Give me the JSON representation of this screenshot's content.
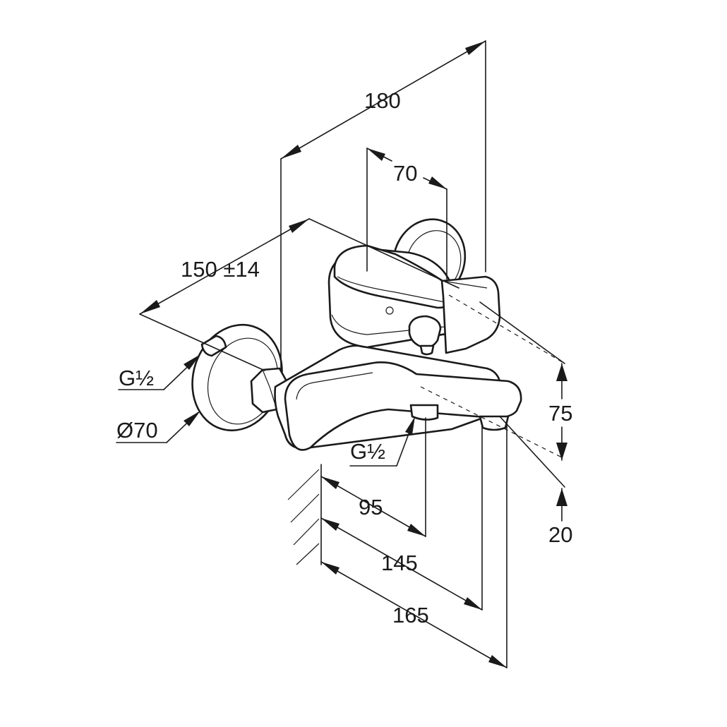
{
  "dimensions": {
    "overall_width": "180",
    "handle_offset": "70",
    "connection_spacing": "150 ±14",
    "thread_inlet": "G½",
    "rosette_diameter": "Ø70",
    "thread_outlet": "G½",
    "height_upper": "75",
    "height_lower": "20",
    "spout_outlet_distance": "95",
    "spout_front_distance": "145",
    "overall_depth": "165"
  },
  "colors": {
    "line": "#1a1a1a",
    "background": "#ffffff"
  }
}
